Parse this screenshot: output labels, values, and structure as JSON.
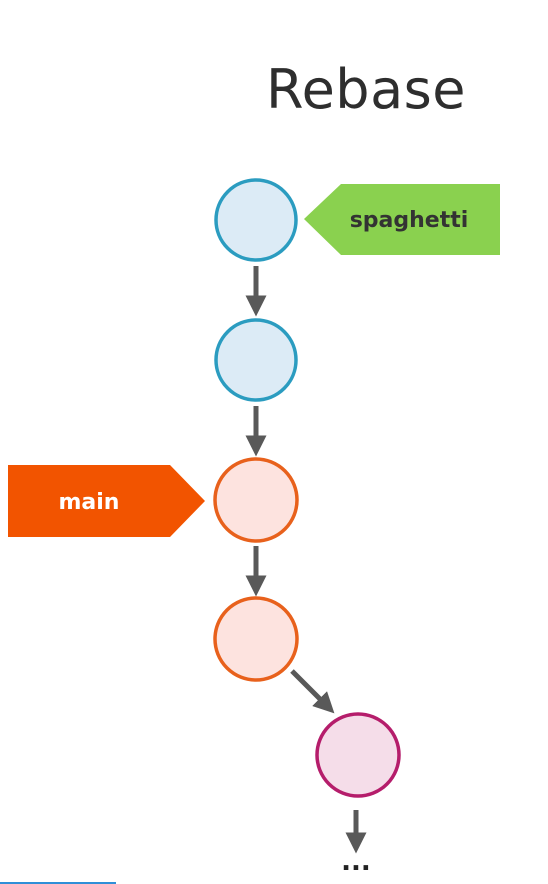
{
  "title": "Rebase",
  "branches": {
    "spaghetti": {
      "label": "spaghetti",
      "color": "#8ad14f",
      "text_color": "#333333"
    },
    "main": {
      "label": "main",
      "color": "#f25400",
      "text_color": "#ffffff"
    }
  },
  "commits": [
    {
      "id": "c1",
      "fill": "#dcebf6",
      "stroke": "#2b9cc0"
    },
    {
      "id": "c2",
      "fill": "#dcebf6",
      "stroke": "#2b9cc0"
    },
    {
      "id": "c3",
      "fill": "#fde3df",
      "stroke": "#e8611c"
    },
    {
      "id": "c4",
      "fill": "#fde3df",
      "stroke": "#e8611c"
    },
    {
      "id": "c5",
      "fill": "#f5dde9",
      "stroke": "#b51d6b"
    }
  ],
  "ellipsis": "...",
  "arrow_color": "#595959"
}
